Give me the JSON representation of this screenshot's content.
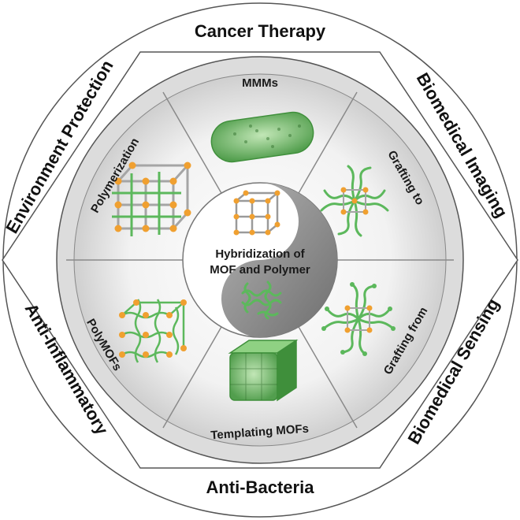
{
  "center": {
    "line1": "Hybridization of",
    "line2": "MOF and Polymer"
  },
  "inner_ring": [
    {
      "id": "mmms",
      "label": "MMMs"
    },
    {
      "id": "grafting-to",
      "label": "Grafting to"
    },
    {
      "id": "grafting-from",
      "label": "Grafting from"
    },
    {
      "id": "templating-mofs",
      "label": "Templating MOFs"
    },
    {
      "id": "polymofs",
      "label": "PolyMOFs"
    },
    {
      "id": "polymerization",
      "label": "Polymerization"
    }
  ],
  "outer_ring": [
    {
      "id": "cancer-therapy",
      "label": "Cancer Therapy"
    },
    {
      "id": "biomedical-imaging",
      "label": "Biomedical Imaging"
    },
    {
      "id": "biomedical-sensing",
      "label": "Biomedical Sensing"
    },
    {
      "id": "anti-bacteria",
      "label": "Anti-Bacteria"
    },
    {
      "id": "anti-inflammatory",
      "label": "Anti-Inflammatory"
    },
    {
      "id": "environment-protection",
      "label": "Environment Protection"
    }
  ],
  "colors": {
    "polymer": "#5cb85c",
    "node": "#f0a030",
    "frame": "#9a9a9a",
    "ring": "#d9d9d9"
  }
}
